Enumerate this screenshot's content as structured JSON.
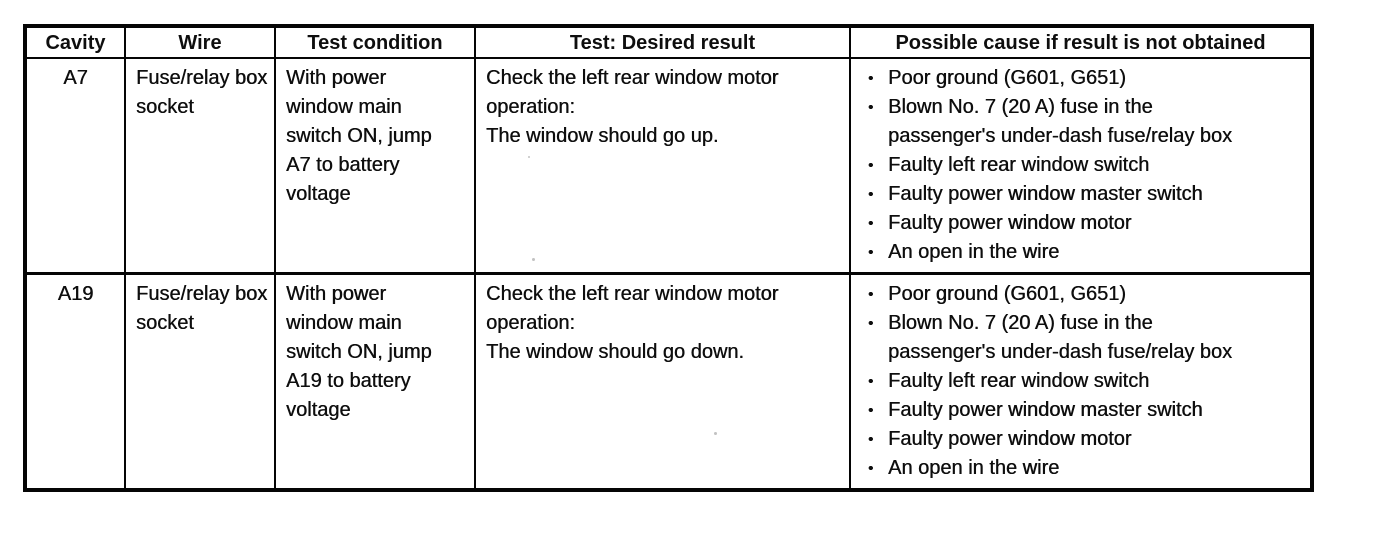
{
  "colors": {
    "ink": "#0e0e0e",
    "paper": "#ffffff",
    "border": "#050505"
  },
  "table": {
    "bullet_char": "•",
    "headers": [
      "Cavity",
      "Wire",
      "Test condition",
      "Test: Desired result",
      "Possible cause if result is not obtained"
    ],
    "rows": [
      {
        "cavity": "A7",
        "wire": "Fuse/relay box socket",
        "test_condition": "With power window main switch ON, jump A7 to battery voltage",
        "desired_result": [
          "Check the left rear window motor operation:",
          "The window should go up."
        ],
        "possible_causes": [
          "Poor ground (G601, G651)",
          "Blown No. 7 (20 A) fuse in the passenger's under-dash fuse/relay box",
          "Faulty left rear window switch",
          "Faulty power window master switch",
          "Faulty power window motor",
          "An open in the wire"
        ]
      },
      {
        "cavity": "A19",
        "wire": "Fuse/relay box socket",
        "test_condition": "With power window main switch ON, jump A19 to battery voltage",
        "desired_result": [
          "Check the left rear window motor operation:",
          "The window should go down."
        ],
        "possible_causes": [
          "Poor ground (G601, G651)",
          "Blown No. 7 (20 A) fuse in the passenger's under-dash fuse/relay box",
          "Faulty left rear window switch",
          "Faulty power window master switch",
          "Faulty power window motor",
          "An open in the wire"
        ]
      }
    ]
  }
}
